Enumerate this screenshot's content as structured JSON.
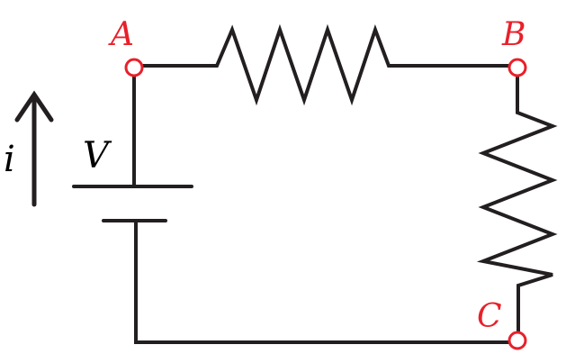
{
  "labels": {
    "node_a": "A",
    "node_b": "B",
    "node_c": "C",
    "voltage": "V",
    "current": "i"
  },
  "colors": {
    "wire": "#231f20",
    "node": "#e8202a",
    "node_label": "#e8202a",
    "symbol_label": "#000000"
  },
  "icons": {
    "current_arrow": "arrow-up-icon",
    "battery": "battery-icon",
    "resistor": "resistor-zigzag-icon"
  }
}
